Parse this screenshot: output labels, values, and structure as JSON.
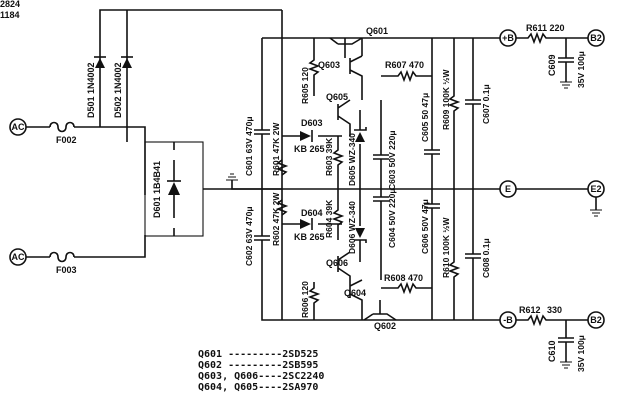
{
  "corner": {
    "line1": "2824",
    "line2": "1184"
  },
  "terminals": {
    "ac_top": "AC",
    "ac_bottom": "AC",
    "b_plus": "+B",
    "b2_plus": "B2",
    "e": "E",
    "e2": "E2",
    "b_minus": "-B",
    "b2_minus": "B2"
  },
  "components": {
    "d501": "D501 1N4002",
    "d502": "D502 1N4002",
    "f002": "F002",
    "f003": "F003",
    "d601": "D601 1B4B41",
    "q601": "Q601",
    "q602": "Q602",
    "q603": "Q603",
    "q604": "Q604",
    "q605": "Q605",
    "q606": "Q606",
    "r605": "R605 120",
    "r606": "R606 120",
    "r607": "R607 470",
    "r608": "R608 470",
    "r609": "R609 100K ½W",
    "r610": "R610 100K ½W",
    "r611": "R611 220",
    "r612_prefix": "R612",
    "r612_value": "330",
    "c601": "C601 63V 470μ",
    "c602": "C602 63V 470μ",
    "r601": "R601 47K 2W",
    "r602": "R602 47K 2W",
    "d603": "D603",
    "d604": "D604",
    "d603_type": "KB 265",
    "d604_type": "KB 265",
    "r603": "R603 39K",
    "r604": "R604 39K",
    "d605": "D605 WZ-340",
    "d606": "D606 WZ-340",
    "c603": "C603 50V 220μ",
    "c604": "C604 50V 220μ",
    "c605": "C605 50 47μ",
    "c606": "C606 50V 47μ",
    "c607": "C607 0.1μ",
    "c608": "C608 0.1μ",
    "c609": "C609",
    "c609_rating": "35V 100μ",
    "c610": "C610",
    "c610_rating": "35V 100μ"
  },
  "legend": [
    {
      "text": "Q601 ---------2SD525"
    },
    {
      "text": "Q602 ---------2SB595"
    },
    {
      "text": "Q603, Q606----2SC2240"
    },
    {
      "text": "Q604, Q605----2SA970"
    }
  ]
}
